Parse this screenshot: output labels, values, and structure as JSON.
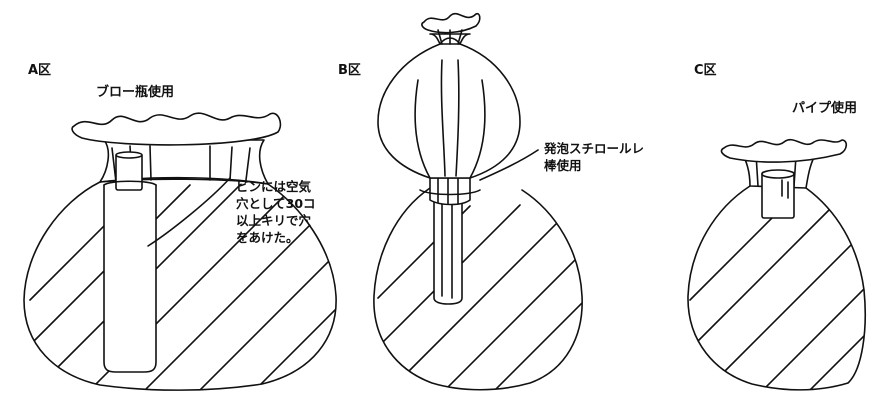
{
  "panels": {
    "a": {
      "label": "A区",
      "caption": "ブロー瓶使用",
      "note": [
        "ビンには空気",
        "穴として30コ",
        "以上キリで穴",
        "をあけた。"
      ]
    },
    "b": {
      "label": "B区",
      "note": [
        "発泡スチロールレ",
        "棒使用"
      ]
    },
    "c": {
      "label": "C区",
      "caption": "パイプ使用"
    }
  },
  "style": {
    "ink": "#111111",
    "background": "#ffffff"
  }
}
